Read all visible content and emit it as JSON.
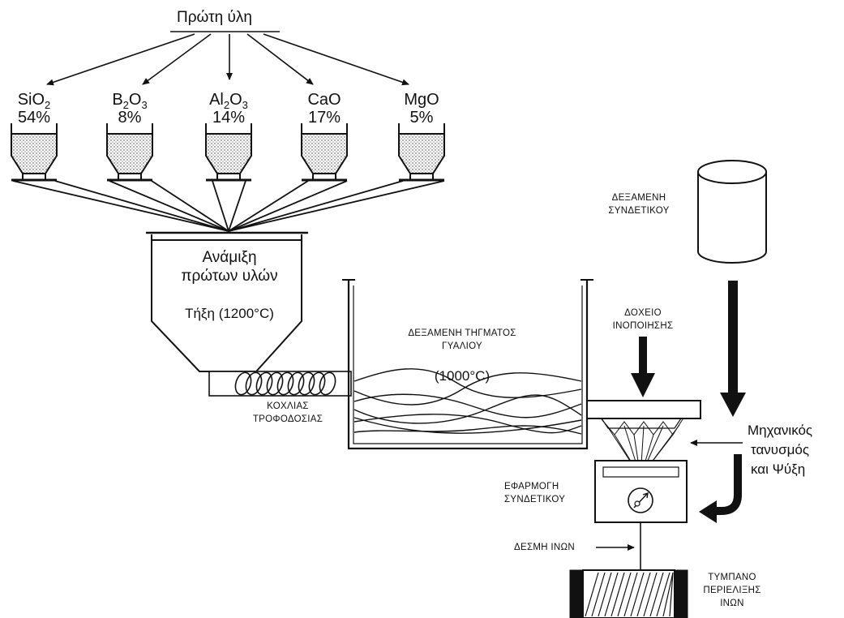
{
  "title": "Πρώτη ύλη",
  "materials": [
    {
      "formula_base": "SiO",
      "sub": "2",
      "formula_mid": "",
      "sub2": "",
      "percent": "54%"
    },
    {
      "formula_base": "B",
      "sub": "2",
      "formula_mid": "O",
      "sub2": "3",
      "percent": "8%"
    },
    {
      "formula_base": "Al",
      "sub": "2",
      "formula_mid": "O",
      "sub2": "3",
      "percent": "14%"
    },
    {
      "formula_base": "CaO",
      "sub": "",
      "formula_mid": "",
      "sub2": "",
      "percent": "17%"
    },
    {
      "formula_base": "MgO",
      "sub": "",
      "formula_mid": "",
      "sub2": "",
      "percent": "5%"
    }
  ],
  "mixer": {
    "line1": "Ανάμιξη",
    "line2": "πρώτων υλών",
    "line3": "Τήξη (1200°C)"
  },
  "screw": {
    "line1": "ΚΟΧΛΙΑΣ",
    "line2": "ΤΡΟΦΟΔΟΣΙΑΣ"
  },
  "melt_tank": {
    "line1": "ΔΕΞΑΜΕΝΗ ΤΗΓΜΑΤΟΣ",
    "line2": "ΓΥΑΛΙΟΥ",
    "line3": "(1000°C)"
  },
  "binder_tank": {
    "line1": "ΔΕΞΑΜΕΝΗ",
    "line2": "ΣΥΝΔΕΤΙΚΟΥ"
  },
  "bushing": {
    "line1": "ΔΟΧΕΙΟ",
    "line2": "ΙΝΟΠΟΙΗΣΗΣ"
  },
  "tension": {
    "line1": "Μηχανικός",
    "line2": "τανυσμός",
    "line3": "και Ψύξη"
  },
  "applicator": {
    "line1": "ΕΦΑΡΜΟΓΗ",
    "line2": "ΣΥΝΔΕΤΙΚΟΥ"
  },
  "strand": "ΔΕΣΜΗ ΙΝΩΝ",
  "drum": {
    "line1": "ΤΥΜΠΑΝΟ",
    "line2": "ΠΕΡΙΕΛΙΞΗΣ",
    "line3": "ΙΝΩΝ"
  }
}
